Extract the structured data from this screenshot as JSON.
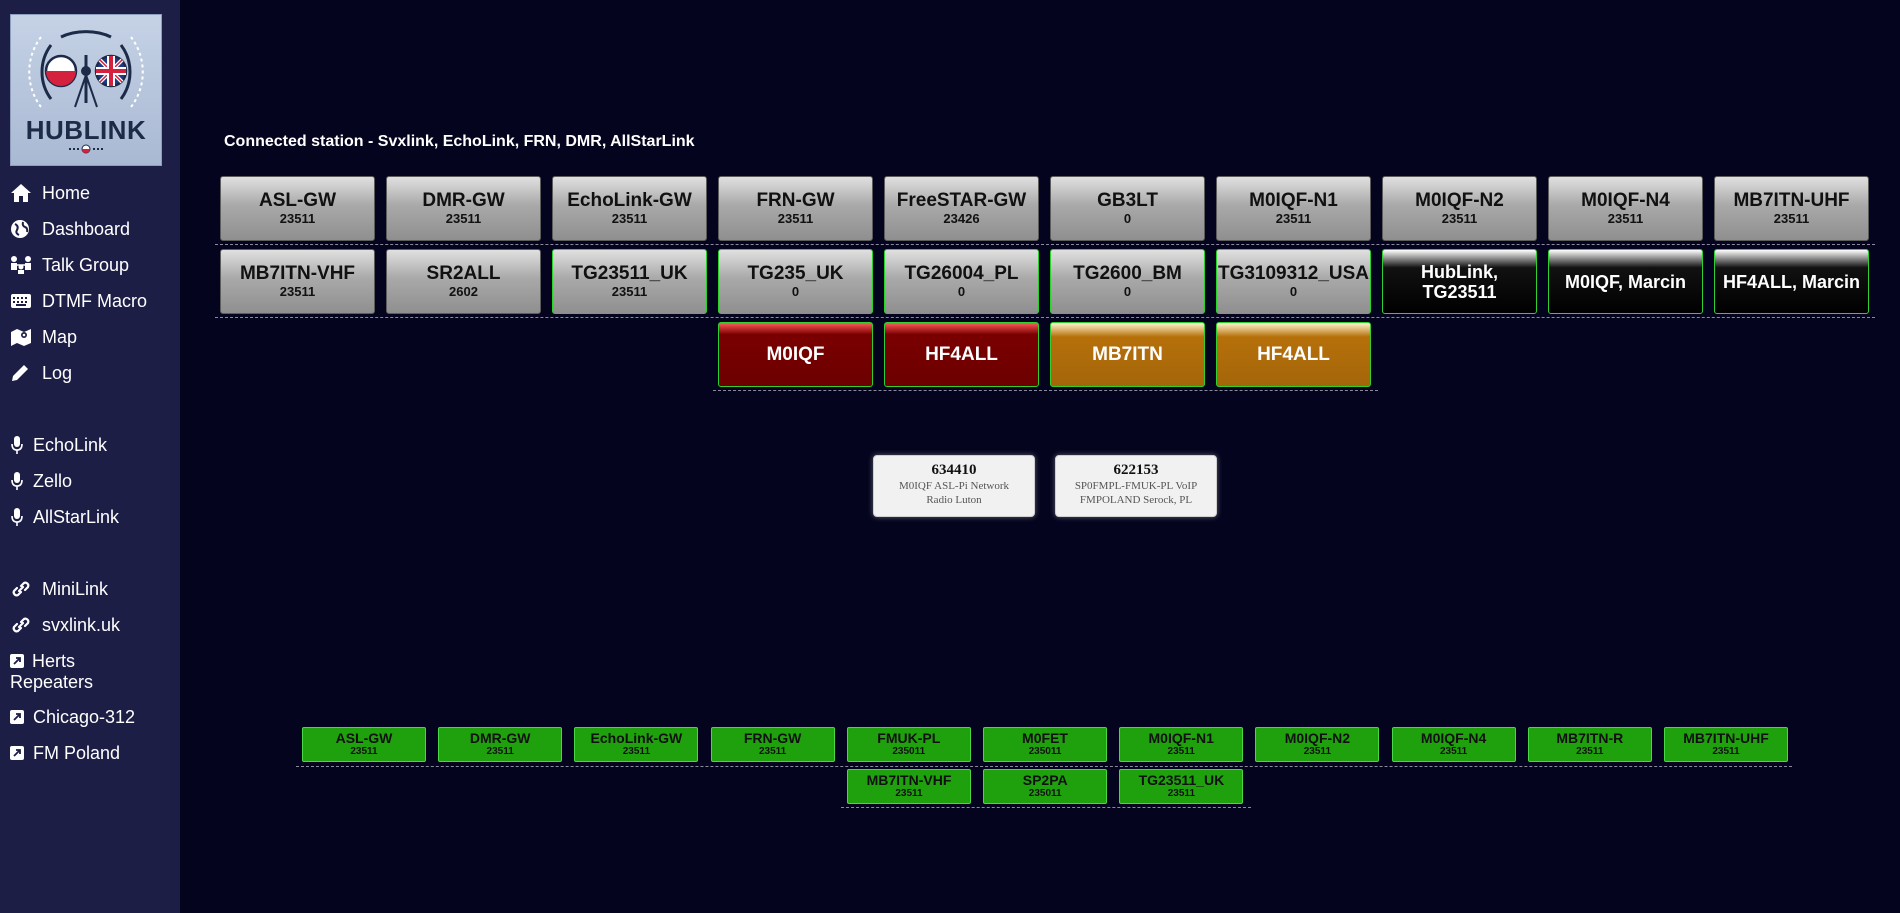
{
  "logo": {
    "text": "HUBLINK"
  },
  "sidebar": {
    "nav": [
      {
        "label": "Home",
        "icon": "home-icon"
      },
      {
        "label": "Dashboard",
        "icon": "globe-icon"
      },
      {
        "label": "Talk Group",
        "icon": "talk-group-icon"
      },
      {
        "label": "DTMF Macro",
        "icon": "keyboard-icon"
      },
      {
        "label": "Map",
        "icon": "map-icon"
      },
      {
        "label": "Log",
        "icon": "pencil-icon"
      }
    ],
    "voice": [
      {
        "label": "EchoLink",
        "icon": "microphone-icon"
      },
      {
        "label": "Zello",
        "icon": "microphone-icon"
      },
      {
        "label": "AllStarLink",
        "icon": "microphone-icon"
      }
    ],
    "links": [
      {
        "label": "MiniLink",
        "icon": "link-icon"
      },
      {
        "label": "svxlink.uk",
        "icon": "link-icon"
      },
      {
        "label": "Herts Repeaters",
        "icon": "external-link-icon"
      },
      {
        "label": "Chicago-312",
        "icon": "external-link-icon"
      },
      {
        "label": "FM Poland",
        "icon": "external-link-icon"
      }
    ]
  },
  "main": {
    "heading": "Connected station - Svxlink, EchoLink, FRN, DMR, AllStarLink",
    "row1": [
      {
        "name": "ASL-GW",
        "sub": "23511"
      },
      {
        "name": "DMR-GW",
        "sub": "23511"
      },
      {
        "name": "EchoLink-GW",
        "sub": "23511"
      },
      {
        "name": "FRN-GW",
        "sub": "23511"
      },
      {
        "name": "FreeSTAR-GW",
        "sub": "23426"
      },
      {
        "name": "GB3LT",
        "sub": "0"
      },
      {
        "name": "M0IQF-N1",
        "sub": "23511"
      },
      {
        "name": "M0IQF-N2",
        "sub": "23511"
      },
      {
        "name": "M0IQF-N4",
        "sub": "23511"
      },
      {
        "name": "MB7ITN-UHF",
        "sub": "23511"
      }
    ],
    "row2": [
      {
        "name": "MB7ITN-VHF",
        "sub": "23511"
      },
      {
        "name": "SR2ALL",
        "sub": "2602"
      },
      {
        "name": "TG23511_UK",
        "sub": "23511"
      },
      {
        "name": "TG235_UK",
        "sub": "0"
      },
      {
        "name": "TG26004_PL",
        "sub": "0"
      },
      {
        "name": "TG2600_BM",
        "sub": "0"
      },
      {
        "name": "TG3109312_USA",
        "sub": "0"
      },
      {
        "name": "HubLink, TG23511",
        "sub": ""
      },
      {
        "name": "M0IQF, Marcin",
        "sub": ""
      },
      {
        "name": "HF4ALL, Marcin",
        "sub": ""
      }
    ],
    "row3": [
      {
        "name": "M0IQF"
      },
      {
        "name": "HF4ALL"
      },
      {
        "name": "MB7ITN"
      },
      {
        "name": "HF4ALL"
      }
    ],
    "cards": [
      {
        "num": "634410",
        "line1": "M0IQF ASL-Pi Network",
        "line2": "Radio Luton"
      },
      {
        "num": "622153",
        "line1": "SP0FMPL-FMUK-PL VoIP",
        "line2": "FMPOLAND Serock, PL"
      }
    ],
    "green_row1": [
      {
        "name": "ASL-GW",
        "sub": "23511"
      },
      {
        "name": "DMR-GW",
        "sub": "23511"
      },
      {
        "name": "EchoLink-GW",
        "sub": "23511"
      },
      {
        "name": "FRN-GW",
        "sub": "23511"
      },
      {
        "name": "FMUK-PL",
        "sub": "235011"
      },
      {
        "name": "M0FET",
        "sub": "235011"
      },
      {
        "name": "M0IQF-N1",
        "sub": "23511"
      },
      {
        "name": "M0IQF-N2",
        "sub": "23511"
      },
      {
        "name": "M0IQF-N4",
        "sub": "23511"
      },
      {
        "name": "MB7ITN-R",
        "sub": "23511"
      },
      {
        "name": "MB7ITN-UHF",
        "sub": "23511"
      }
    ],
    "green_row2": [
      {
        "name": "MB7ITN-VHF",
        "sub": "23511"
      },
      {
        "name": "SP2PA",
        "sub": "235011"
      },
      {
        "name": "TG23511_UK",
        "sub": "23511"
      }
    ]
  }
}
